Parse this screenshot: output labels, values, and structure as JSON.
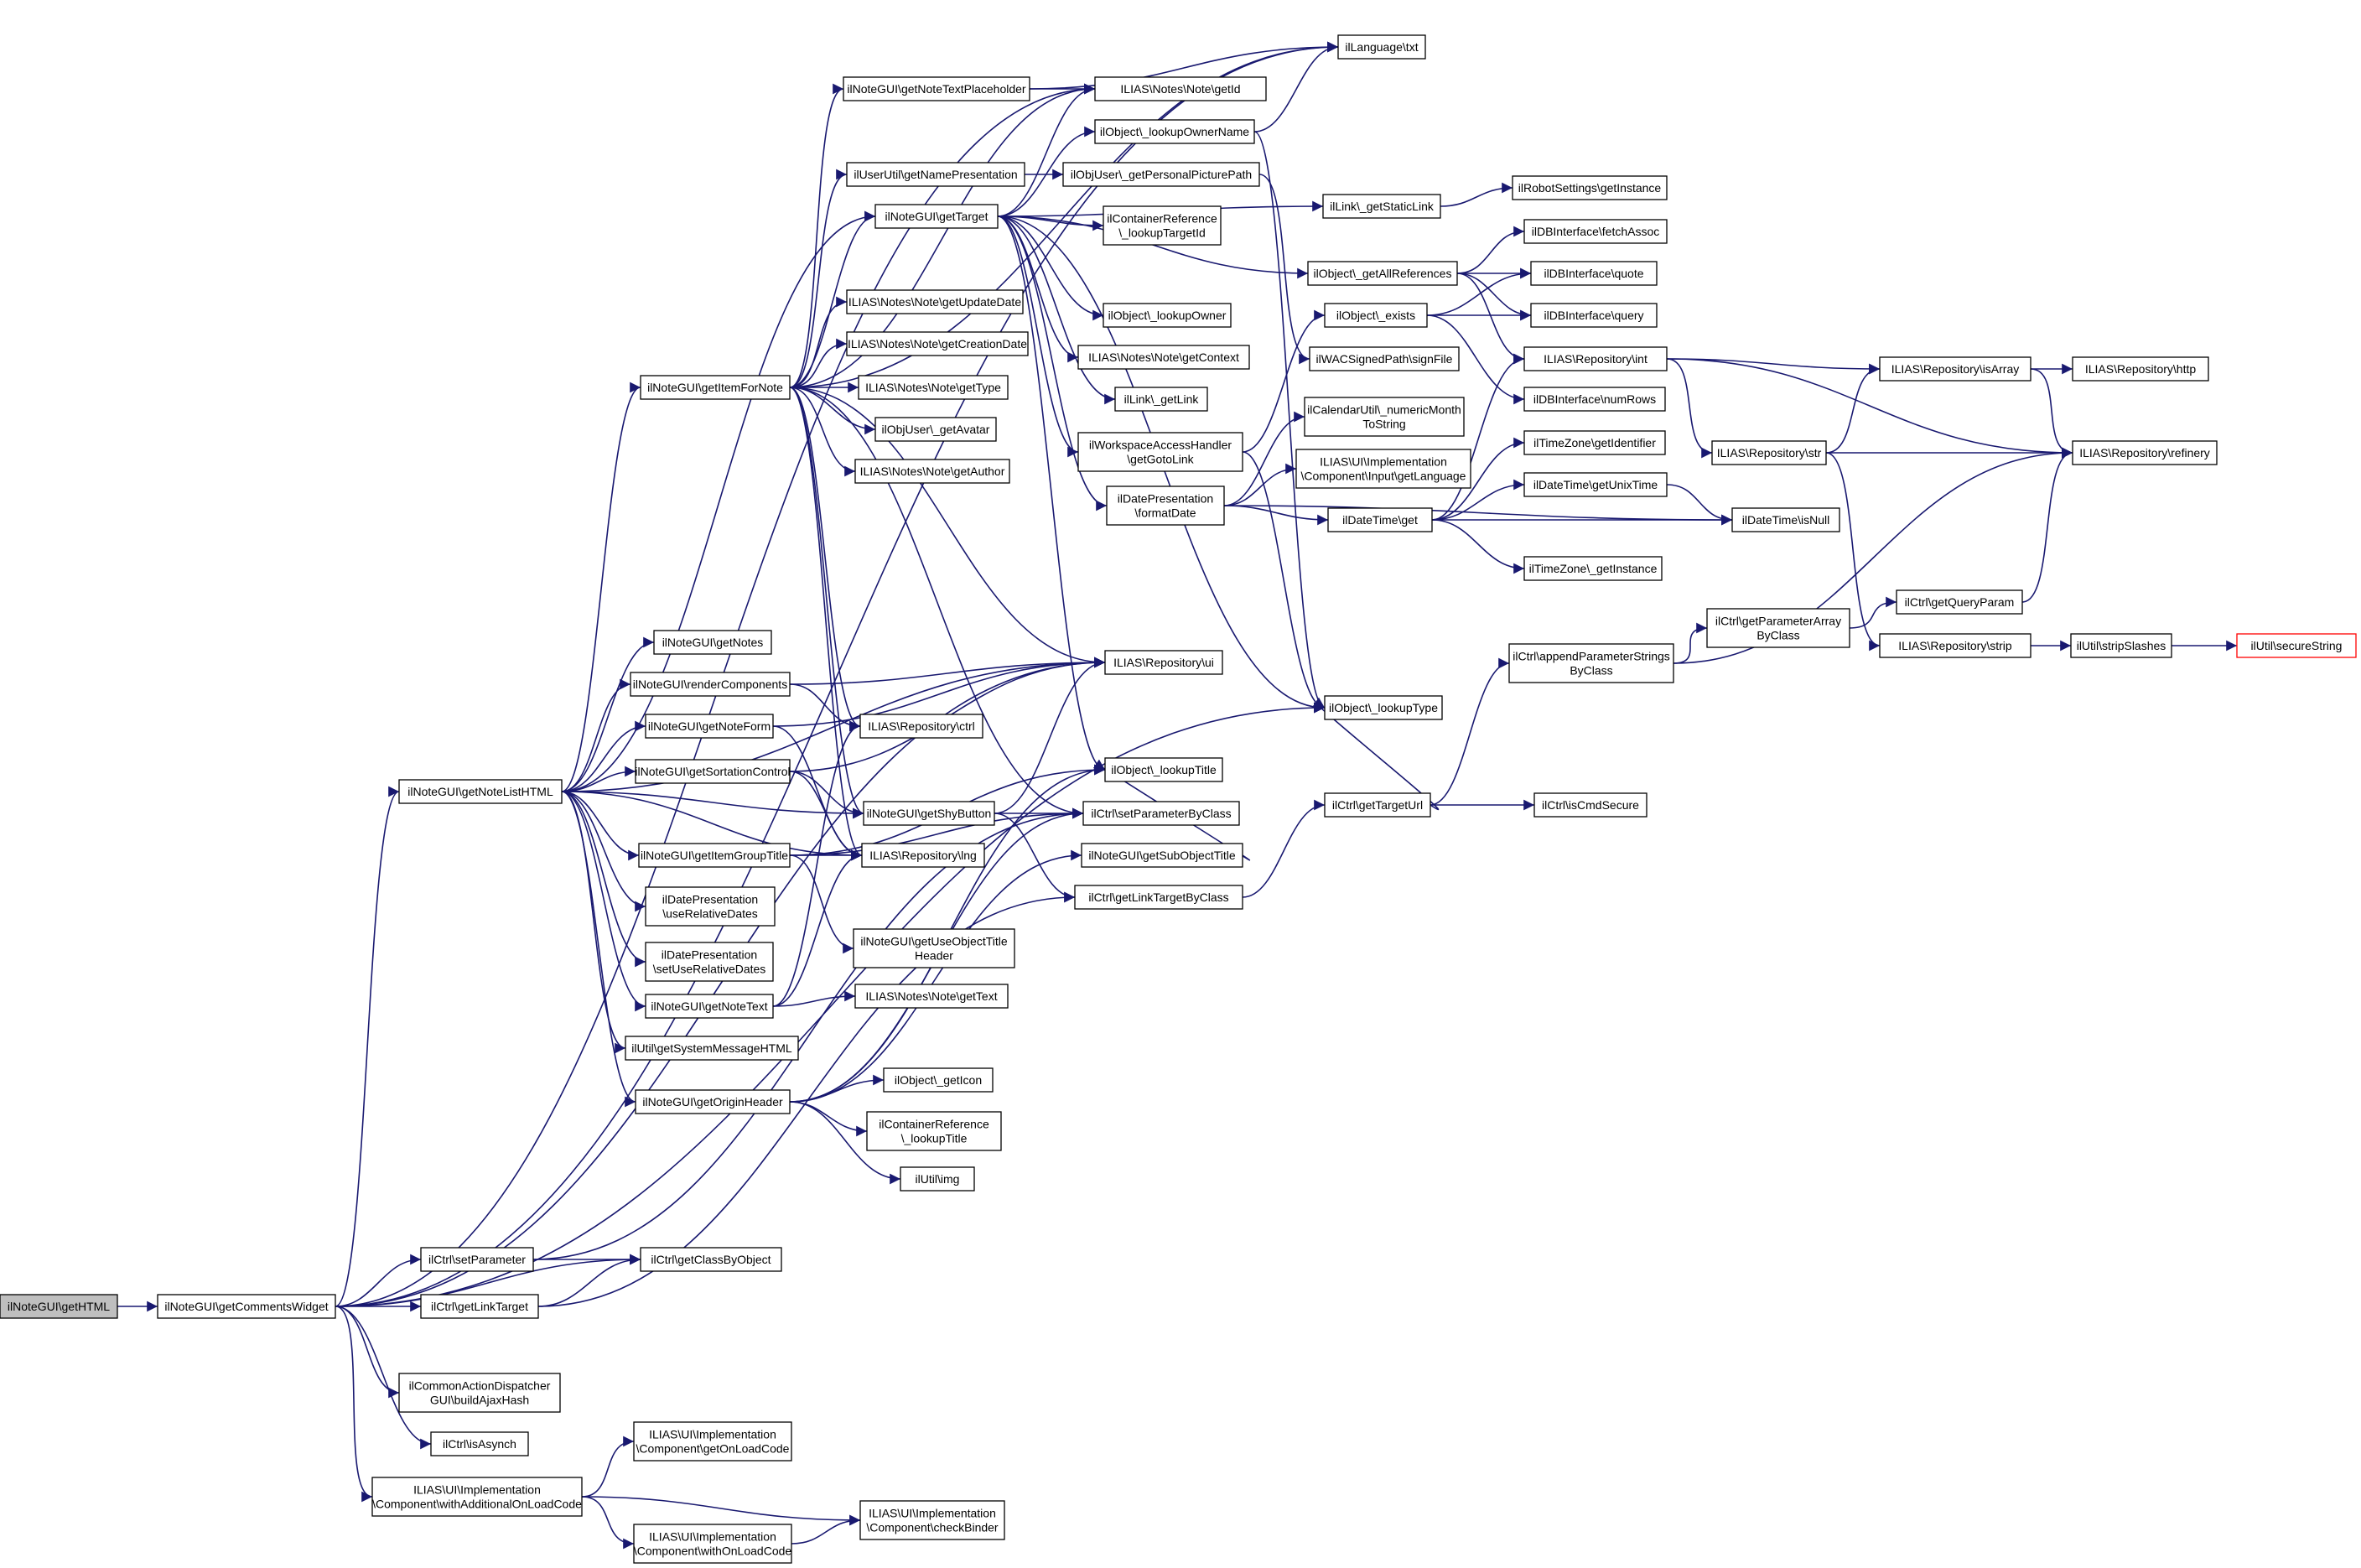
{
  "diagram": {
    "kind": "call-graph",
    "colors": {
      "edge": "#191970",
      "node_border": "#000000",
      "node_fill": "#ffffff",
      "root_fill": "#bfbfbf",
      "truncated_border": "#ff0000"
    },
    "nodes": [
      {
        "id": "n1",
        "label": "ilNoteGUI\\getHTML",
        "root": true
      },
      {
        "id": "n2",
        "label": "ilNoteGUI\\getCommentsWidget"
      },
      {
        "id": "n3",
        "label": "ilLanguage\\txt"
      },
      {
        "id": "n4",
        "label": "ilNoteGUI\\getNoteTextPlaceholder"
      },
      {
        "id": "n5",
        "label": "ILIAS\\Notes\\Note\\getId"
      },
      {
        "id": "n6",
        "label": "ilObject\\_lookupOwnerName"
      },
      {
        "id": "n7",
        "label": "ilUserUtil\\getNamePresentation"
      },
      {
        "id": "n8",
        "label": "ilObjUser\\_getPersonalPicturePath"
      },
      {
        "id": "n9",
        "label": "ilNoteGUI\\getTarget"
      },
      {
        "id": "n10",
        "label": "ilContainerReference\n\\_lookupTargetId"
      },
      {
        "id": "n11",
        "label": "ilLink\\_getStaticLink"
      },
      {
        "id": "n12",
        "label": "ilRobotSettings\\getInstance"
      },
      {
        "id": "n13",
        "label": "ilDBInterface\\fetchAssoc"
      },
      {
        "id": "n14",
        "label": "ilObject\\_getAllReferences"
      },
      {
        "id": "n15",
        "label": "ilDBInterface\\quote"
      },
      {
        "id": "n16",
        "label": "ILIAS\\Notes\\Note\\getUpdateDate"
      },
      {
        "id": "n17",
        "label": "ilObject\\_lookupOwner"
      },
      {
        "id": "n18",
        "label": "ilObject\\_exists"
      },
      {
        "id": "n19",
        "label": "ilDBInterface\\query"
      },
      {
        "id": "n20",
        "label": "ILIAS\\Notes\\Note\\getCreationDate"
      },
      {
        "id": "n21",
        "label": "ILIAS\\Notes\\Note\\getContext"
      },
      {
        "id": "n22",
        "label": "ilWACSignedPath\\signFile"
      },
      {
        "id": "n23",
        "label": "ILIAS\\Repository\\int"
      },
      {
        "id": "n24",
        "label": "ILIAS\\Repository\\isArray"
      },
      {
        "id": "n25",
        "label": "ILIAS\\Repository\\http"
      },
      {
        "id": "n26",
        "label": "ilNoteGUI\\getItemForNote"
      },
      {
        "id": "n27",
        "label": "ILIAS\\Notes\\Note\\getType"
      },
      {
        "id": "n28",
        "label": "ilLink\\_getLink"
      },
      {
        "id": "n29",
        "label": "ilDBInterface\\numRows"
      },
      {
        "id": "n30",
        "label": "ilObjUser\\_getAvatar"
      },
      {
        "id": "n31",
        "label": "ilCalendarUtil\\_numericMonth\nToString"
      },
      {
        "id": "n32",
        "label": "ilWorkspaceAccessHandler\n\\getGotoLink"
      },
      {
        "id": "n33",
        "label": "ilTimeZone\\getIdentifier"
      },
      {
        "id": "n34",
        "label": "ILIAS\\Repository\\str"
      },
      {
        "id": "n35",
        "label": "ILIAS\\Repository\\refinery"
      },
      {
        "id": "n36",
        "label": "ILIAS\\Notes\\Note\\getAuthor"
      },
      {
        "id": "n37",
        "label": "ILIAS\\UI\\Implementation\n\\Component\\Input\\getLanguage"
      },
      {
        "id": "n38",
        "label": "ilDatePresentation\n\\formatDate"
      },
      {
        "id": "n39",
        "label": "ilDateTime\\getUnixTime"
      },
      {
        "id": "n40",
        "label": "ilDateTime\\get"
      },
      {
        "id": "n41",
        "label": "ilDateTime\\isNull"
      },
      {
        "id": "n42",
        "label": "ilTimeZone\\_getInstance"
      },
      {
        "id": "n43",
        "label": "ilCtrl\\getQueryParam"
      },
      {
        "id": "n44",
        "label": "ilCtrl\\getParameterArray\nByClass"
      },
      {
        "id": "n45",
        "label": "ILIAS\\Repository\\strip"
      },
      {
        "id": "n46",
        "label": "ilUtil\\stripSlashes"
      },
      {
        "id": "n47",
        "label": "ilUtil\\secureString",
        "truncated": true
      },
      {
        "id": "n48",
        "label": "ilNoteGUI\\getNotes"
      },
      {
        "id": "n49",
        "label": "ILIAS\\Repository\\ui"
      },
      {
        "id": "n50",
        "label": "ilCtrl\\appendParameterStrings\nByClass"
      },
      {
        "id": "n51",
        "label": "ilNoteGUI\\renderComponents"
      },
      {
        "id": "n52",
        "label": "ilObject\\_lookupType"
      },
      {
        "id": "n53",
        "label": "ilNoteGUI\\getNoteForm"
      },
      {
        "id": "n54",
        "label": "ILIAS\\Repository\\ctrl"
      },
      {
        "id": "n55",
        "label": "ilNoteGUI\\getSortationControl"
      },
      {
        "id": "n56",
        "label": "ilObject\\_lookupTitle"
      },
      {
        "id": "n57",
        "label": "ilNoteGUI\\getNoteListHTML"
      },
      {
        "id": "n58",
        "label": "ilCtrl\\getTargetUrl"
      },
      {
        "id": "n59",
        "label": "ilCtrl\\isCmdSecure"
      },
      {
        "id": "n60",
        "label": "ilNoteGUI\\getShyButton"
      },
      {
        "id": "n61",
        "label": "ilCtrl\\setParameterByClass"
      },
      {
        "id": "n62",
        "label": "ilNoteGUI\\getItemGroupTitle"
      },
      {
        "id": "n63",
        "label": "ILIAS\\Repository\\lng"
      },
      {
        "id": "n64",
        "label": "ilNoteGUI\\getSubObjectTitle"
      },
      {
        "id": "n65",
        "label": "ilCtrl\\getLinkTargetByClass"
      },
      {
        "id": "n66",
        "label": "ilDatePresentation\n\\useRelativeDates"
      },
      {
        "id": "n67",
        "label": "ilNoteGUI\\getUseObjectTitle\nHeader"
      },
      {
        "id": "n68",
        "label": "ilDatePresentation\n\\setUseRelativeDates"
      },
      {
        "id": "n69",
        "label": "ilNoteGUI\\getNoteText"
      },
      {
        "id": "n70",
        "label": "ILIAS\\Notes\\Note\\getText"
      },
      {
        "id": "n71",
        "label": "ilUtil\\getSystemMessageHTML"
      },
      {
        "id": "n72",
        "label": "ilNoteGUI\\getOriginHeader"
      },
      {
        "id": "n73",
        "label": "ilObject\\_getIcon"
      },
      {
        "id": "n74",
        "label": "ilContainerReference\n\\_lookupTitle"
      },
      {
        "id": "n75",
        "label": "ilUtil\\img"
      },
      {
        "id": "n76",
        "label": "ilCtrl\\setParameter"
      },
      {
        "id": "n77",
        "label": "ilCtrl\\getClassByObject"
      },
      {
        "id": "n78",
        "label": "ilCtrl\\getLinkTarget"
      },
      {
        "id": "n79",
        "label": "ilCommonActionDispatcher\nGUI\\buildAjaxHash"
      },
      {
        "id": "n80",
        "label": "ilCtrl\\isAsynch"
      },
      {
        "id": "n81",
        "label": "ILIAS\\UI\\Implementation\n\\Component\\getOnLoadCode"
      },
      {
        "id": "n82",
        "label": "ILIAS\\UI\\Implementation\n\\Component\\withAdditionalOnLoadCode"
      },
      {
        "id": "n83",
        "label": "ILIAS\\UI\\Implementation\n\\Component\\checkBinder"
      },
      {
        "id": "n84",
        "label": "ILIAS\\UI\\Implementation\n\\Component\\withOnLoadCode"
      }
    ],
    "edges": [
      [
        "n1",
        "n2"
      ],
      [
        "n2",
        "n3"
      ],
      [
        "n2",
        "n5"
      ],
      [
        "n2",
        "n57"
      ],
      [
        "n2",
        "n76"
      ],
      [
        "n2",
        "n77"
      ],
      [
        "n2",
        "n78"
      ],
      [
        "n2",
        "n79"
      ],
      [
        "n2",
        "n80"
      ],
      [
        "n2",
        "n82"
      ],
      [
        "n2",
        "n49"
      ],
      [
        "n2",
        "n52"
      ],
      [
        "n4",
        "n5"
      ],
      [
        "n4",
        "n3"
      ],
      [
        "n6",
        "n3"
      ],
      [
        "n6",
        "n52"
      ],
      [
        "n7",
        "n8"
      ],
      [
        "n8",
        "n22"
      ],
      [
        "n9",
        "n5"
      ],
      [
        "n9",
        "n6"
      ],
      [
        "n9",
        "n10"
      ],
      [
        "n9",
        "n11"
      ],
      [
        "n9",
        "n14"
      ],
      [
        "n9",
        "n17"
      ],
      [
        "n9",
        "n21"
      ],
      [
        "n9",
        "n28"
      ],
      [
        "n9",
        "n32"
      ],
      [
        "n9",
        "n38"
      ],
      [
        "n9",
        "n52"
      ],
      [
        "n9",
        "n56"
      ],
      [
        "n11",
        "n12"
      ],
      [
        "n14",
        "n13"
      ],
      [
        "n14",
        "n15"
      ],
      [
        "n14",
        "n19"
      ],
      [
        "n14",
        "n23"
      ],
      [
        "n18",
        "n15"
      ],
      [
        "n18",
        "n19"
      ],
      [
        "n18",
        "n29"
      ],
      [
        "n23",
        "n24"
      ],
      [
        "n23",
        "n34"
      ],
      [
        "n23",
        "n35"
      ],
      [
        "n24",
        "n25"
      ],
      [
        "n24",
        "n35"
      ],
      [
        "n26",
        "n3"
      ],
      [
        "n26",
        "n5"
      ],
      [
        "n26",
        "n7"
      ],
      [
        "n26",
        "n9"
      ],
      [
        "n26",
        "n16"
      ],
      [
        "n26",
        "n20"
      ],
      [
        "n26",
        "n27"
      ],
      [
        "n26",
        "n30"
      ],
      [
        "n26",
        "n36"
      ],
      [
        "n26",
        "n49"
      ],
      [
        "n26",
        "n60"
      ],
      [
        "n26",
        "n61"
      ],
      [
        "n26",
        "n63"
      ],
      [
        "n26",
        "n54"
      ],
      [
        "n26",
        "n4"
      ],
      [
        "n32",
        "n18"
      ],
      [
        "n32",
        "n52"
      ],
      [
        "n34",
        "n24"
      ],
      [
        "n34",
        "n35"
      ],
      [
        "n34",
        "n45"
      ],
      [
        "n38",
        "n31"
      ],
      [
        "n38",
        "n37"
      ],
      [
        "n38",
        "n40"
      ],
      [
        "n38",
        "n41"
      ],
      [
        "n40",
        "n23"
      ],
      [
        "n40",
        "n33"
      ],
      [
        "n40",
        "n39"
      ],
      [
        "n40",
        "n41"
      ],
      [
        "n40",
        "n42"
      ],
      [
        "n39",
        "n41"
      ],
      [
        "n43",
        "n35"
      ],
      [
        "n44",
        "n43"
      ],
      [
        "n45",
        "n46"
      ],
      [
        "n46",
        "n47"
      ],
      [
        "n50",
        "n44"
      ],
      [
        "n50",
        "n35"
      ],
      [
        "n51",
        "n49"
      ],
      [
        "n51",
        "n54"
      ],
      [
        "n53",
        "n49"
      ],
      [
        "n53",
        "n63"
      ],
      [
        "n55",
        "n49"
      ],
      [
        "n55",
        "n63"
      ],
      [
        "n55",
        "n60"
      ],
      [
        "n57",
        "n26"
      ],
      [
        "n57",
        "n48"
      ],
      [
        "n57",
        "n51"
      ],
      [
        "n57",
        "n53"
      ],
      [
        "n57",
        "n55"
      ],
      [
        "n57",
        "n62"
      ],
      [
        "n57",
        "n66"
      ],
      [
        "n57",
        "n68"
      ],
      [
        "n57",
        "n69"
      ],
      [
        "n57",
        "n71"
      ],
      [
        "n57",
        "n72"
      ],
      [
        "n57",
        "n49"
      ],
      [
        "n57",
        "n63"
      ],
      [
        "n57",
        "n60"
      ],
      [
        "n57",
        "n9"
      ],
      [
        "n58",
        "n50"
      ],
      [
        "n58",
        "n59"
      ],
      [
        "n58",
        "n52"
      ],
      [
        "n60",
        "n49"
      ],
      [
        "n60",
        "n61"
      ],
      [
        "n60",
        "n65"
      ],
      [
        "n62",
        "n63"
      ],
      [
        "n62",
        "n67"
      ],
      [
        "n62",
        "n56"
      ],
      [
        "n62",
        "n61"
      ],
      [
        "n64",
        "n56"
      ],
      [
        "n65",
        "n58"
      ],
      [
        "n69",
        "n63"
      ],
      [
        "n69",
        "n70"
      ],
      [
        "n69",
        "n54"
      ],
      [
        "n72",
        "n64"
      ],
      [
        "n72",
        "n73"
      ],
      [
        "n72",
        "n74"
      ],
      [
        "n72",
        "n75"
      ],
      [
        "n72",
        "n56"
      ],
      [
        "n72",
        "n61"
      ],
      [
        "n76",
        "n77"
      ],
      [
        "n76",
        "n61"
      ],
      [
        "n78",
        "n77"
      ],
      [
        "n78",
        "n65"
      ],
      [
        "n82",
        "n81"
      ],
      [
        "n82",
        "n83"
      ],
      [
        "n82",
        "n84"
      ],
      [
        "n84",
        "n83"
      ]
    ]
  }
}
